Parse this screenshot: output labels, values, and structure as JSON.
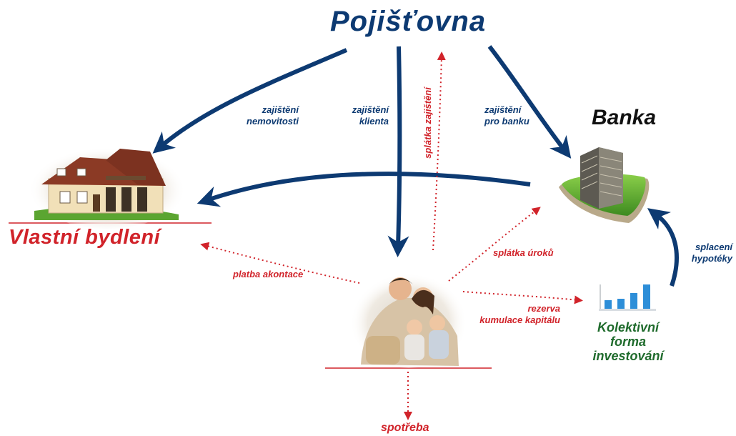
{
  "nodes": {
    "insurance": "Pojišťovna",
    "bank": "Banka",
    "own_housing": "Vlastní bydlení",
    "collective_investment": [
      "Kolektivní",
      "forma",
      "investování"
    ],
    "consumption": "spotřeba"
  },
  "edges": {
    "property_insurance": [
      "zajištění",
      "nemovitosti"
    ],
    "client_insurance": [
      "zajištění",
      "klienta"
    ],
    "bank_insurance": [
      "zajištění",
      "pro banku"
    ],
    "insurance_payment": "splátka zajištění",
    "interest_payment": "splátka úroků",
    "down_payment": "platba akontace",
    "reserve": [
      "rezerva",
      "kumulace kapitálu"
    ],
    "mortgage_repayment": [
      "splacení",
      "hypotéky"
    ]
  },
  "colors": {
    "navy": "#0d3a72",
    "red": "#d1232a",
    "green": "#1f6b2c"
  }
}
